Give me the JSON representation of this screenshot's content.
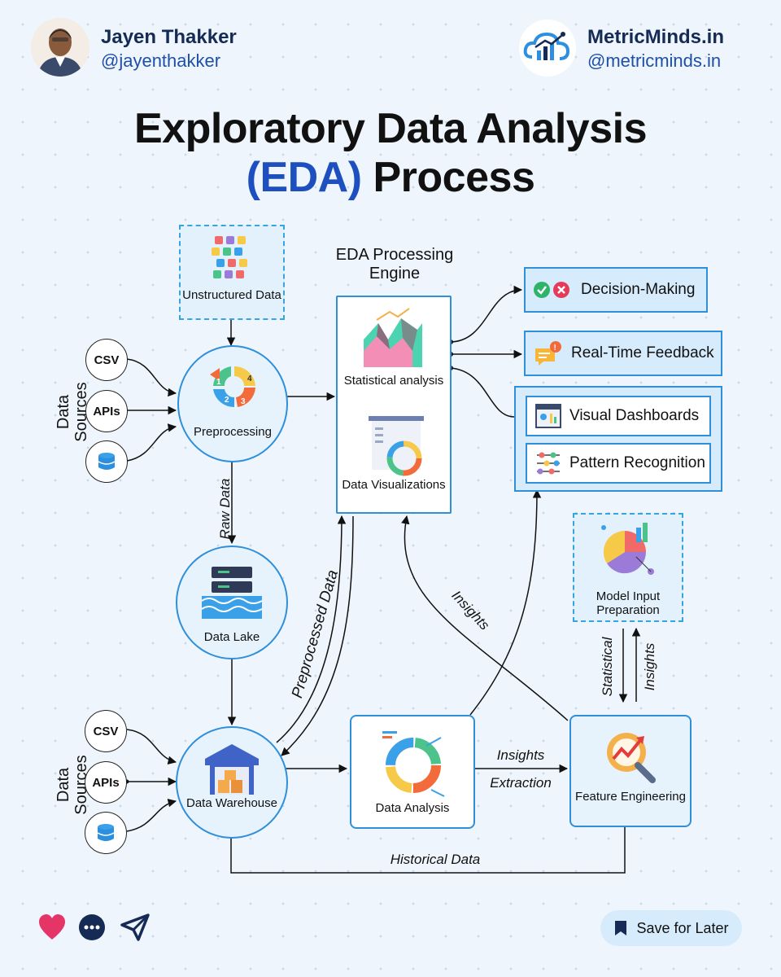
{
  "header": {
    "author_name": "Jayen Thakker",
    "author_handle": "@jayenthakker",
    "brand_name": "MetricMinds.in",
    "brand_handle": "@metricminds.in"
  },
  "title": {
    "line1": "Exploratory Data Analysis",
    "line2_accent": "(EDA)",
    "line2_rest": " Process"
  },
  "diagram": {
    "unstructured_data": "Unstructured Data",
    "engine_title": "EDA Processing Engine",
    "statistical_analysis": "Statistical analysis",
    "data_visualizations": "Data Visualizations",
    "data_sources_top": "Data Sources",
    "data_sources_bottom": "Data Sources",
    "csv": "CSV",
    "apis": "APIs",
    "preprocessing": "Preprocessing",
    "raw_data": "Raw Data",
    "data_lake": "Data Lake",
    "data_warehouse": "Data Warehouse",
    "preprocessed_data": "Preprocessed Data",
    "insights_curve": "Insights",
    "data_analysis": "Data Analysis",
    "insights_extraction_1": "Insights",
    "insights_extraction_2": "Extraction",
    "feature_engineering": "Feature Engineering",
    "model_input": "Model Input Preparation",
    "statistical": "Statistical",
    "insights_up": "Insights",
    "historical_data": "Historical Data",
    "decision_making": "Decision-Making",
    "realtime_feedback": "Real-Time Feedback",
    "visual_dashboards": "Visual Dashboards",
    "pattern_recognition": "Pattern Recognition"
  },
  "footer": {
    "save_label": "Save for Later",
    "icons": [
      "heart-icon",
      "comment-icon",
      "send-icon",
      "bookmark-icon"
    ]
  },
  "colors": {
    "accent": "#1d4fbf",
    "node_border": "#2f8fd9",
    "heart": "#e53567",
    "dark_navy": "#152a55"
  }
}
